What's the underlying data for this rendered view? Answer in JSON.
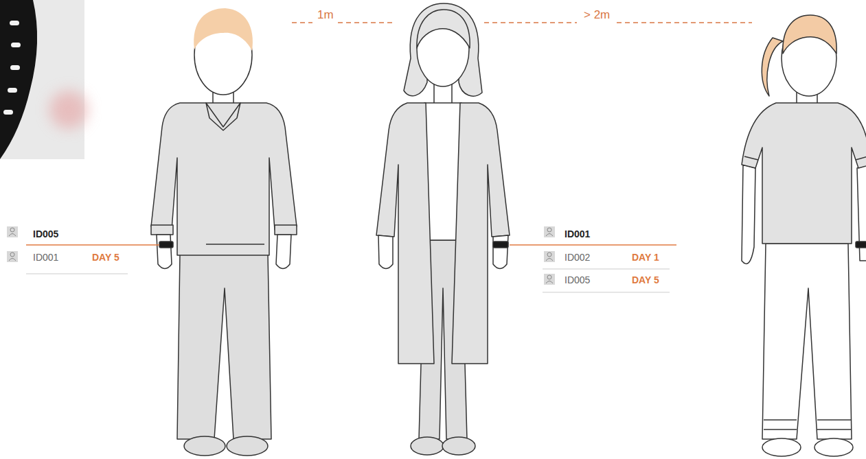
{
  "diagram": {
    "labels": [
      "1m",
      "> 2m",
      "ID005",
      "ID001",
      "DAY 5",
      "ID001",
      "ID002",
      "DAY 1",
      "ID005",
      "DAY 5"
    ]
  }
}
